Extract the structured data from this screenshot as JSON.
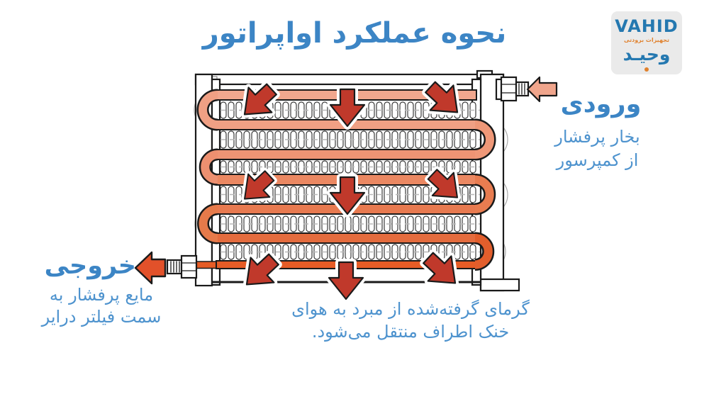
{
  "title": "نحوه عملکرد اواپراتور",
  "logo": {
    "latin": "VAHID",
    "tagline": "تجهیزات برودتی",
    "persian": "وحیـد"
  },
  "inlet": {
    "label": "ورودی",
    "desc_line1": "بخار پرفشار",
    "desc_line2": "از کمپرسور"
  },
  "outlet": {
    "label": "خروجی",
    "desc_line1": "مایع پرفشار به",
    "desc_line2": "سمت فیلتر درایر"
  },
  "caption": {
    "line1": "گرمای گرفته‌شده از مبرد به هوای",
    "line2": "خنک اطراف منتقل می‌شود."
  },
  "colors": {
    "accent_blue": "#3c85c5",
    "text_blue": "#4e93ce",
    "arrow_red": "#c0392b",
    "inlet_arrow_salmon": "#f0a58c",
    "outlet_arrow_orange": "#e2512a",
    "tube_light_salmon": "#f1a78e",
    "tube_dark_orange": "#e65c26",
    "logo_blue": "#2478b0",
    "logo_orange": "#e0812d",
    "logo_bg": "#eaeaea"
  }
}
